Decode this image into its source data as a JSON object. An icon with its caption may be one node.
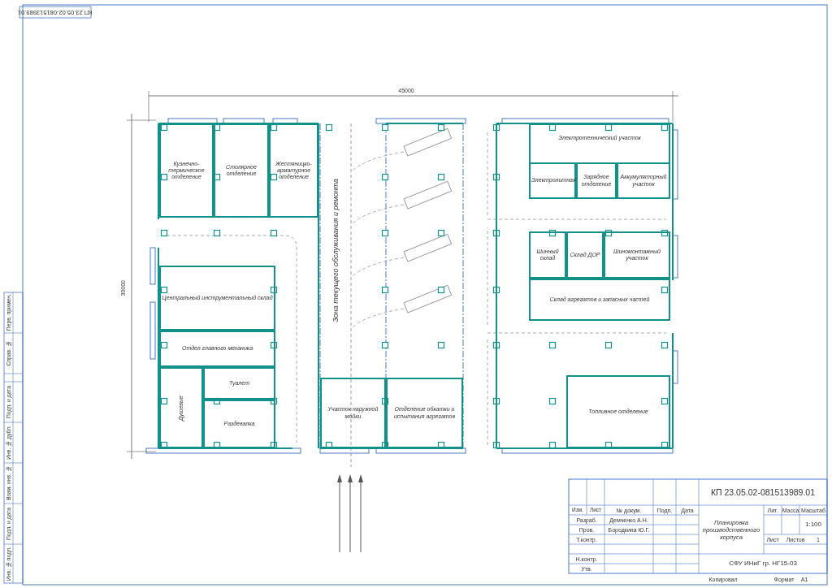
{
  "diagram": {
    "nodes": [
      {
        "text": [
          "Кузнечно-термическое отделение"
        ]
      },
      {
        "text": [
          "Столярное отделение"
        ]
      },
      {
        "text": [
          "Жестяницко-арматурное отделение"
        ]
      },
      {
        "text": [
          "Центральный инструментальный склад"
        ]
      },
      {
        "text": [
          "Отдел главного механика"
        ]
      },
      {
        "text": [
          "Туалет"
        ]
      },
      {
        "text": [
          "Душевые"
        ]
      },
      {
        "text": [
          "Раздевалка"
        ]
      },
      {
        "text": [
          "Зона текущего обслуживания и ремонта"
        ]
      },
      {
        "text": [
          "Участок наружной мойки"
        ]
      },
      {
        "text": [
          "Отделение обкатки и испытания агрегатов"
        ]
      },
      {
        "text": [
          "Электротехнический участок"
        ]
      },
      {
        "text": [
          "Электролитная"
        ],
        "in": 11
      },
      {
        "text": [
          "Зарядное отделение"
        ],
        "in": 11
      },
      {
        "text": [
          "Аккумуляторный участок"
        ],
        "in": 11
      },
      {
        "text": [
          "Шинный склад"
        ]
      },
      {
        "text": [
          "Склад ДОР"
        ]
      },
      {
        "text": [
          "Шиномонтажный участок"
        ]
      },
      {
        "text": [
          "Склад агрегатов и запасных частей"
        ]
      },
      {
        "text": [
          "Топливное отделение"
        ]
      }
    ],
    "labels": [
      "КП 23.05.02-081513989.01",
      "45000",
      "30000",
      "Перв. примен.",
      "Справ. №",
      "Подп. и дата",
      "Инв. № дубл.",
      "Взам. инв. №",
      "Подп. и дата",
      "Инв. № подл.",
      "КП 23.05.02-081513989.01",
      "Изм.",
      "Лист",
      "№ докум.",
      "Подп.",
      "Дата",
      "Разраб.",
      "Демченко А.Н.",
      "Пров.",
      "Бородкина Ю.Г.",
      "Т.контр.",
      "Н.контр.",
      "Утв.",
      "Планировка производственного корпуса",
      "Лит.",
      "Масса",
      "Масштаб",
      "1:100",
      "Лист",
      "Листов",
      "1",
      "СФУ ИНиГ гр. НГ15-03",
      "Копировал",
      "Формат",
      "А1"
    ]
  }
}
